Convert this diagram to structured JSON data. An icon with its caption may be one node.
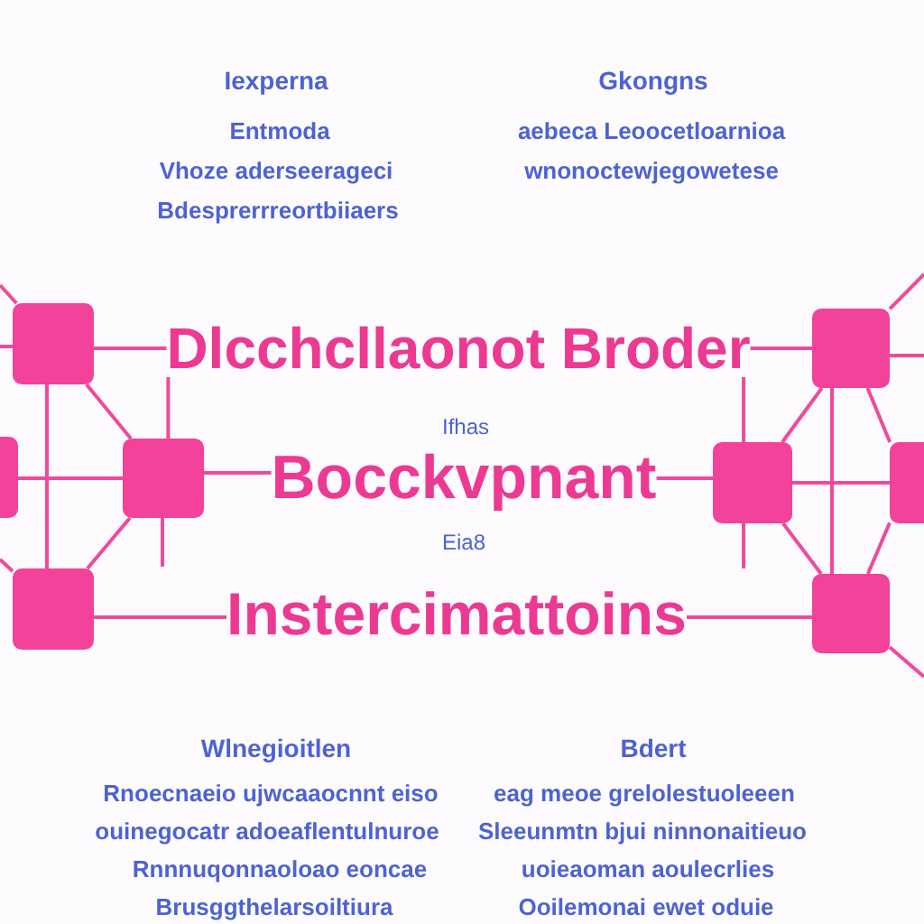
{
  "diagram": {
    "nodes": [
      {
        "text": [],
        "shape": "box"
      },
      {
        "text": [
          "Dlcchcllaonot Broder"
        ]
      },
      {
        "text": [],
        "shape": "box"
      },
      {
        "text": [],
        "shape": "box"
      },
      {
        "text": [],
        "shape": "box"
      },
      {
        "text": [
          "Bocckvpnant"
        ]
      },
      {
        "text": [],
        "shape": "box"
      },
      {
        "text": [],
        "shape": "box"
      },
      {
        "text": [],
        "shape": "box"
      },
      {
        "text": [
          "Instercimattoins"
        ]
      },
      {
        "text": [],
        "shape": "box"
      }
    ],
    "edges": [
      {
        "from": 0,
        "to": 1,
        "arrow": "none"
      },
      {
        "from": 1,
        "to": 2,
        "arrow": "none"
      },
      {
        "from": 1,
        "to": 4,
        "arrow": "none"
      },
      {
        "from": 1,
        "to": 6,
        "arrow": "none"
      },
      {
        "from": 3,
        "to": 4,
        "arrow": "none"
      },
      {
        "from": 4,
        "to": 5,
        "arrow": "none"
      },
      {
        "from": 5,
        "to": 6,
        "arrow": "none"
      },
      {
        "from": 6,
        "to": 7,
        "arrow": "none"
      },
      {
        "from": 0,
        "to": 8,
        "arrow": "none"
      },
      {
        "from": 0,
        "to": 4,
        "arrow": "none"
      },
      {
        "from": 4,
        "to": 8,
        "arrow": "none"
      },
      {
        "from": 2,
        "to": 10,
        "arrow": "none"
      },
      {
        "from": 2,
        "to": 6,
        "arrow": "none"
      },
      {
        "from": 6,
        "to": 10,
        "arrow": "none"
      },
      {
        "from": 2,
        "to": 7,
        "arrow": "none"
      },
      {
        "from": 7,
        "to": 10,
        "arrow": "none"
      },
      {
        "from": 8,
        "to": 9,
        "arrow": "none"
      },
      {
        "from": 9,
        "to": 10,
        "arrow": "none"
      },
      {
        "from": null,
        "to": 0,
        "arrow": "none"
      },
      {
        "from": null,
        "to": 0,
        "arrow": "none"
      },
      {
        "from": 4,
        "to": null,
        "arrow": "none"
      },
      {
        "from": 6,
        "to": null,
        "arrow": "none"
      },
      {
        "from": null,
        "to": 8,
        "arrow": "none"
      },
      {
        "from": 2,
        "to": null,
        "arrow": "none"
      },
      {
        "from": 2,
        "to": null,
        "arrow": "none"
      },
      {
        "from": 10,
        "to": null,
        "arrow": "none"
      }
    ],
    "labels": [
      "Iexperna",
      "Entmoda",
      "Vhoze aderseerageci",
      "Bdesprerrreortbiiaers",
      "Gkongns",
      "aebeca Leoocetloarnioa",
      "wnonoctewjegowetese",
      "Ifhas",
      "Eia8",
      "Wlnegioitlen",
      "Rnoecnaeio ujwcaaocnnt eiso",
      "ouinegocatr adoeaflentulnuroe",
      "Rnnnuqonnaoloao eoncae",
      "Brusggthelarsoiltiura",
      "Bdert",
      "eag meoe grelolestuoleeen",
      "Sleeunmtn bjui ninnonaitieuo",
      "uoieaoman aoulecrlies",
      "Ooilemonai ewet oduie"
    ]
  }
}
